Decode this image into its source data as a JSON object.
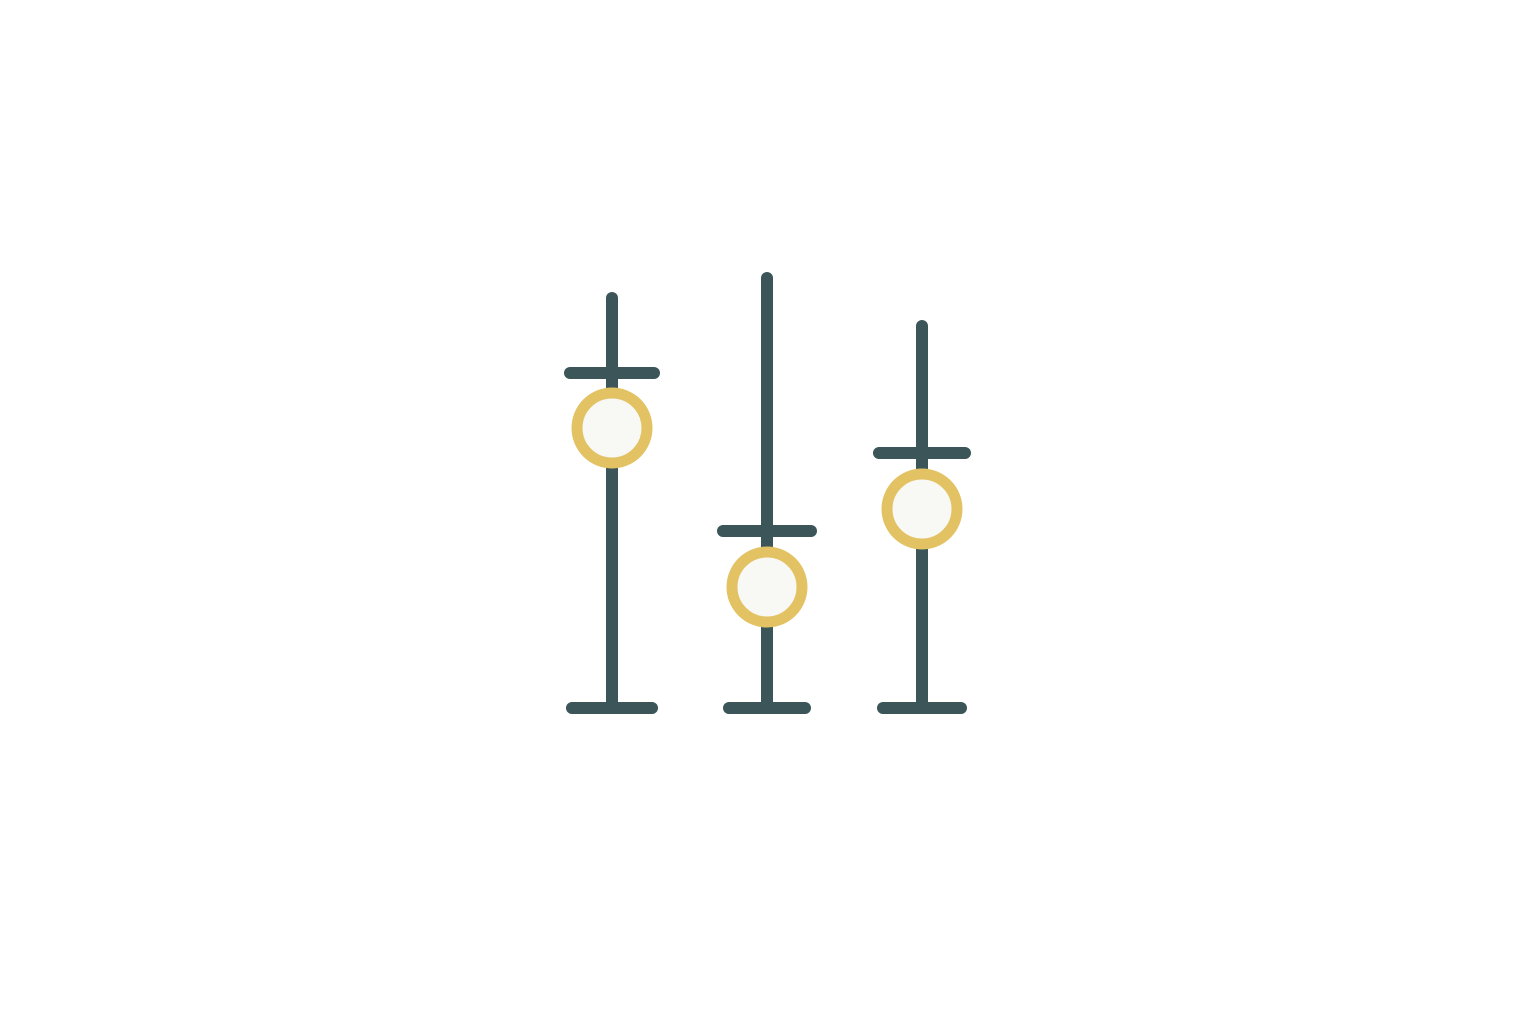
{
  "icon": {
    "name": "equalizer-sliders-icon",
    "colors": {
      "track": "#3b5558",
      "knob_ring": "#e3c263",
      "knob_fill": "#f8f8f4",
      "background": "#ffffff"
    }
  },
  "sliders": [
    {
      "name": "slider-left",
      "level": 0.7
    },
    {
      "name": "slider-middle",
      "level": 0.29
    },
    {
      "name": "slider-right",
      "level": 0.5
    }
  ]
}
